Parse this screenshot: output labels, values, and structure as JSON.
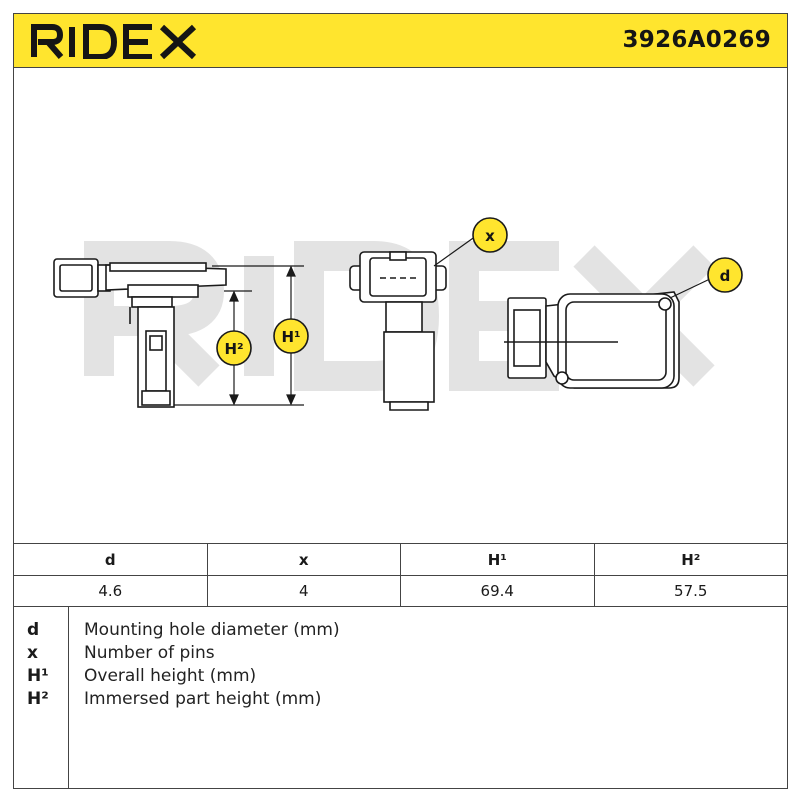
{
  "header": {
    "brand": "RIDEX",
    "part_number": "3926A0269",
    "accent_color": "#ffe52e"
  },
  "drawing": {
    "watermark": "RIDEX",
    "callouts": {
      "x": "x",
      "d": "d",
      "h1": "H¹",
      "h2": "H²"
    }
  },
  "spec_table": {
    "headers": [
      "d",
      "x",
      "H¹",
      "H²"
    ],
    "values": [
      "4.6",
      "4",
      "69.4",
      "57.5"
    ]
  },
  "legend": [
    {
      "symbol": "d",
      "text": "Mounting hole diameter (mm)"
    },
    {
      "symbol": "x",
      "text": "Number of pins"
    },
    {
      "symbol": "H¹",
      "text": "Overall height (mm)"
    },
    {
      "symbol": "H²",
      "text": "Immersed part height (mm)"
    }
  ]
}
